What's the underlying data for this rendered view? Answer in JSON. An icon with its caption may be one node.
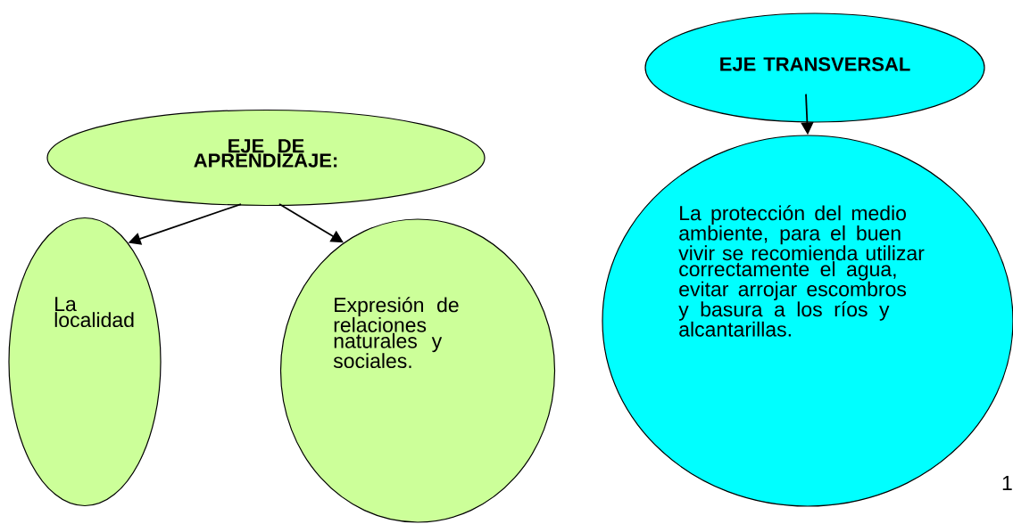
{
  "diagram": {
    "nodes": [
      {
        "text": [
          "EJE DE APRENDIZAJE:"
        ]
      },
      {
        "text": [
          "La localidad"
        ]
      },
      {
        "text": [
          "Expresión de relaciones naturales y sociales."
        ]
      },
      {
        "text": [
          "EJE TRANSVERSAL"
        ]
      },
      {
        "text": [
          "La protección del medio ambiente, para el buen vivir se recomienda  utilizar correctamente el agua, evitar arrojar escombros y basura a los ríos y alcantarillas."
        ]
      }
    ],
    "edges": [
      {
        "from": 0,
        "to": 1,
        "arrow": "to"
      },
      {
        "from": 0,
        "to": 2,
        "arrow": "to"
      },
      {
        "from": 3,
        "to": 4,
        "arrow": "to"
      }
    ],
    "labels": [
      "1"
    ]
  }
}
